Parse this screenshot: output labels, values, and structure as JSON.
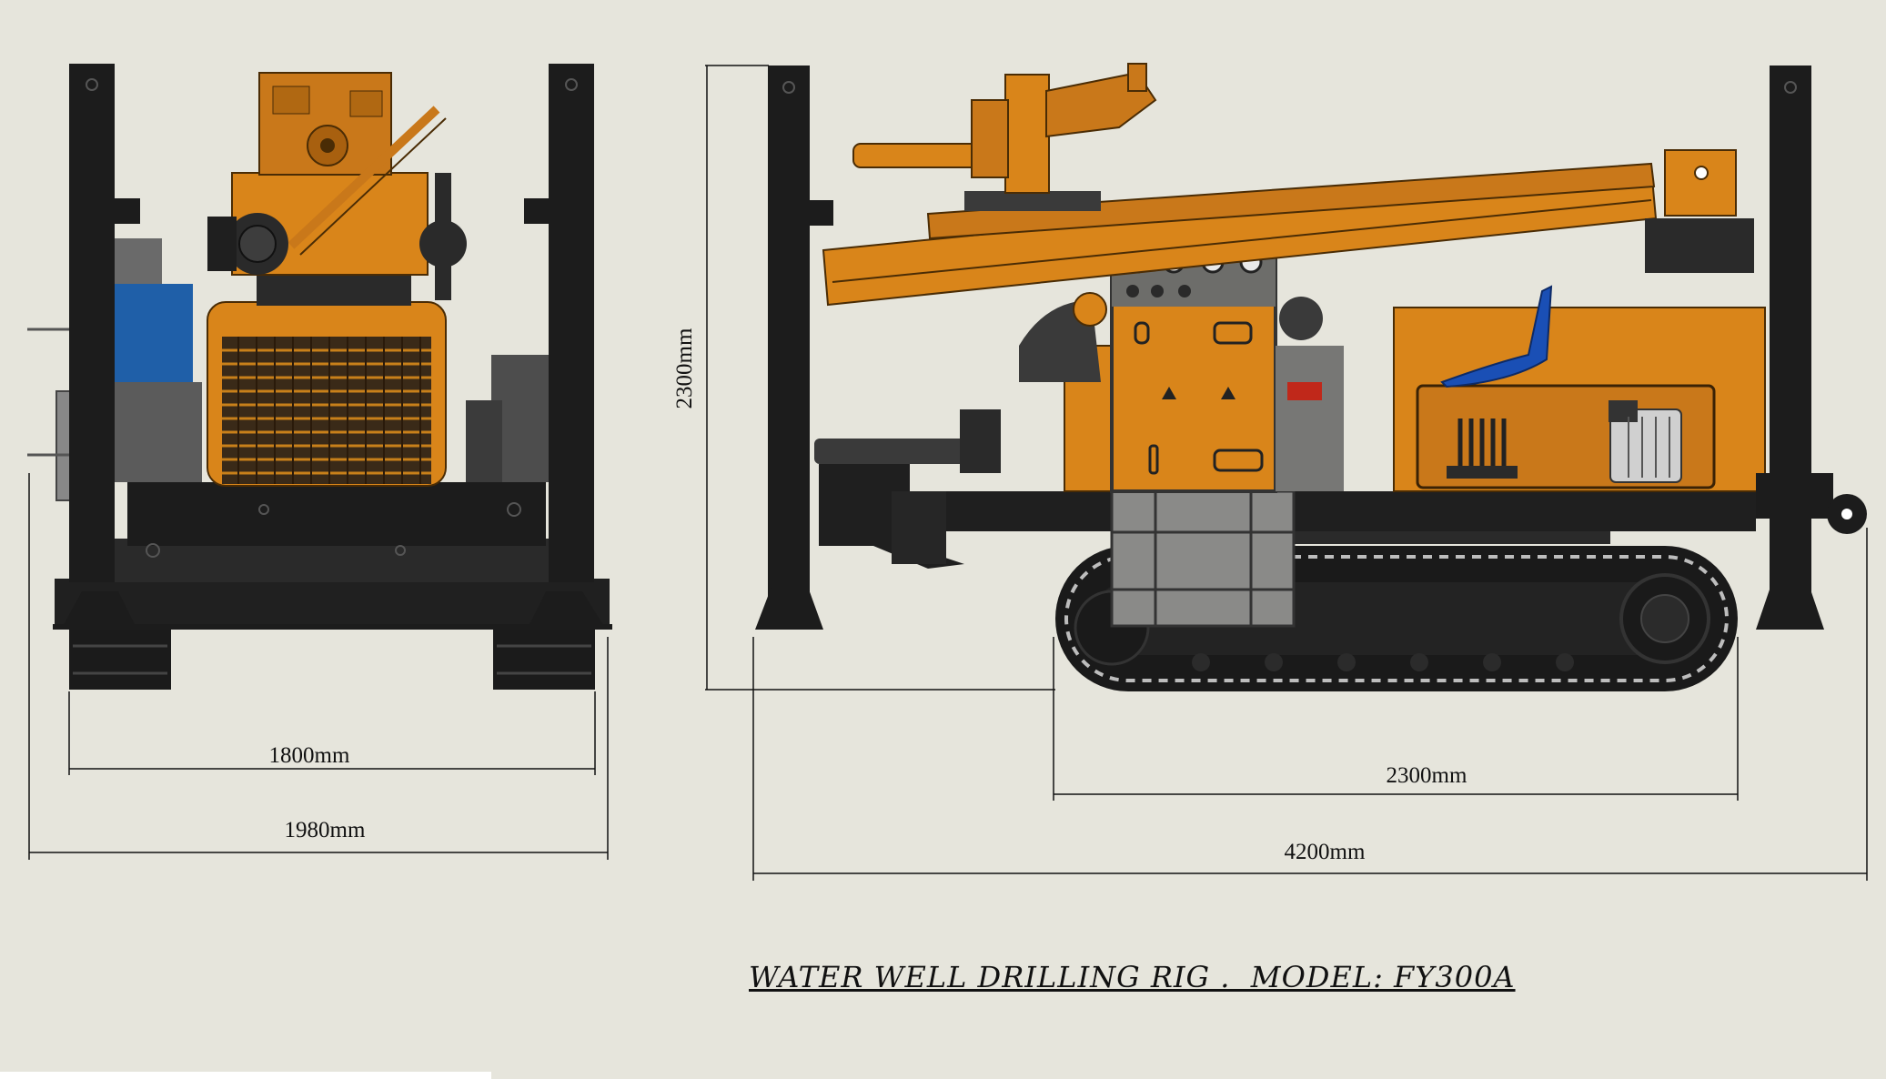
{
  "colors": {
    "background": "#e6e5dc",
    "body_orange": "#d9851a",
    "frame_black": "#1f1f1f",
    "engine_blue": "#1f5fa8",
    "panel_grey": "#8a8a88",
    "seat_blue": "#1a4fb5"
  },
  "front_view": {
    "track_gauge_label": "1800mm",
    "overall_width_label": "1980mm"
  },
  "side_view": {
    "height_label": "2300mm",
    "track_length_label": "2300mm",
    "overall_length_label": "4200mm"
  },
  "caption": "WATER WELL DRILLING RIG .  MODEL: FY300A"
}
